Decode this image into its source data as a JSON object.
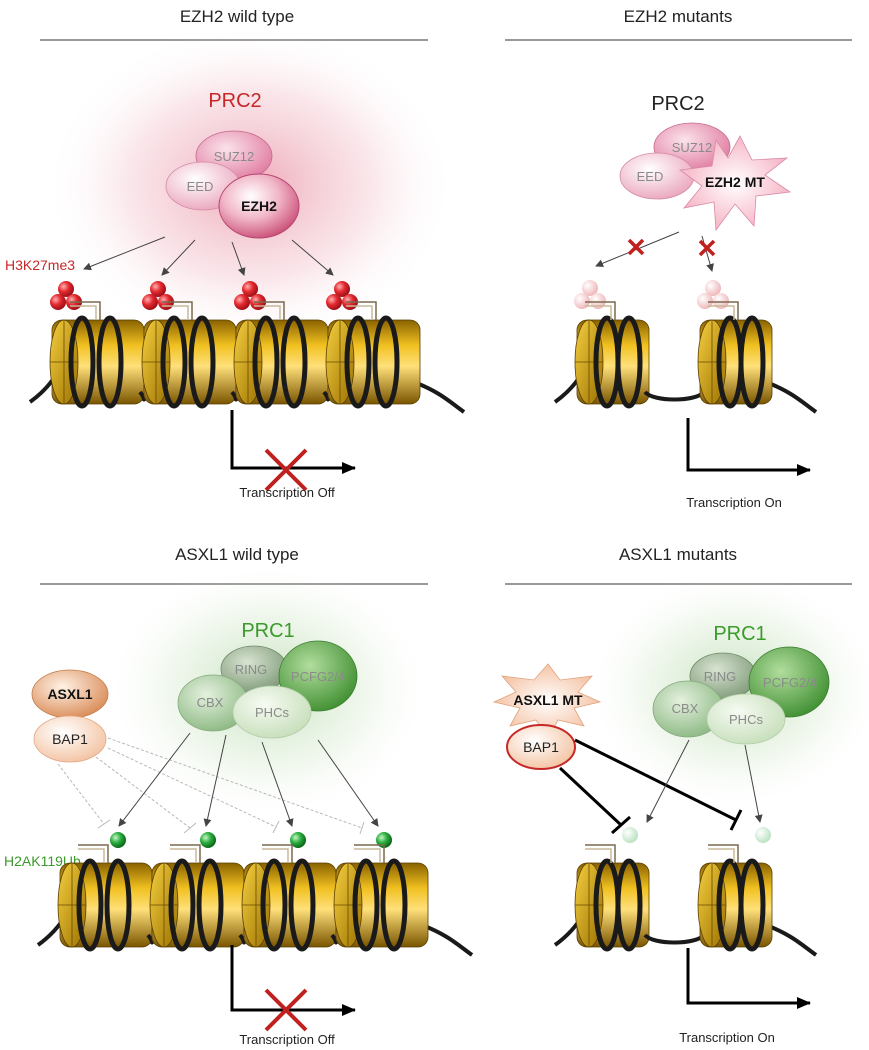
{
  "panels": {
    "ezh2_wt": {
      "title": "EZH2 wild type",
      "complex": "PRC2",
      "subunits": [
        "SUZ12",
        "EED",
        "EZH2"
      ],
      "mark": "H3K27me3",
      "status": "Transcription Off"
    },
    "ezh2_mut": {
      "title": "EZH2 mutants",
      "complex": "PRC2",
      "subunits": [
        "SUZ12",
        "EED",
        "EZH2 MT"
      ],
      "status": "Transcription On"
    },
    "asxl1_wt": {
      "title": "ASXL1 wild type",
      "complex": "PRC1",
      "subunits": [
        "RING",
        "PCFG2/4",
        "CBX",
        "PHCs"
      ],
      "partners": [
        "ASXL1",
        "BAP1"
      ],
      "mark": "H2AK119Ub",
      "status": "Transcription Off"
    },
    "asxl1_mut": {
      "title": "ASXL1 mutants",
      "complex": "PRC1",
      "subunits": [
        "RING",
        "PCFG2/4",
        "CBX",
        "PHCs"
      ],
      "partners": [
        "ASXL1 MT",
        "BAP1"
      ],
      "status": "Transcription On"
    }
  },
  "colors": {
    "prc2_glow": "#e0607a",
    "prc1_glow": "#7ab86a",
    "methyl": "#d81e2a",
    "ubiquitin": "#2aa83c",
    "nucleosome": "#c8950f",
    "dna": "#1a1a1a",
    "block_x": "#c0201e",
    "prc2_label": "#c62828",
    "prc1_label": "#3a9a2a"
  }
}
